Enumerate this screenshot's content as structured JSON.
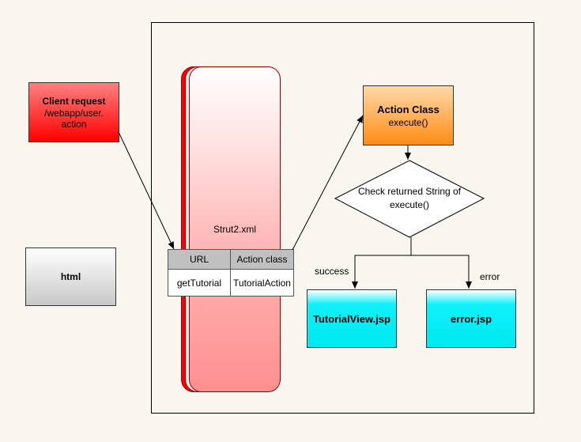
{
  "client_request": {
    "title": "Client request",
    "lines": [
      "/webapp/user.",
      "action"
    ]
  },
  "html_box": {
    "label": "html"
  },
  "strut": {
    "label": "Strut2.xml",
    "table": {
      "headers": [
        "URL",
        "Action class"
      ],
      "row": [
        "getTutorial",
        "TutorialAction"
      ]
    }
  },
  "action_class": {
    "title": "Action Class",
    "method": "execute()"
  },
  "decision": {
    "lines": [
      "Check returned String of",
      "execute()"
    ]
  },
  "outcomes": {
    "success": {
      "label": "success",
      "target": "TutorialView.jsp"
    },
    "error": {
      "label": "error",
      "target": "error.jsp"
    }
  },
  "colors": {
    "client_fill": "#ff0000",
    "action_fill": "#ff8c14",
    "jsp_fill": "#00e8f0",
    "strut_fill": "#ff8f8f"
  }
}
